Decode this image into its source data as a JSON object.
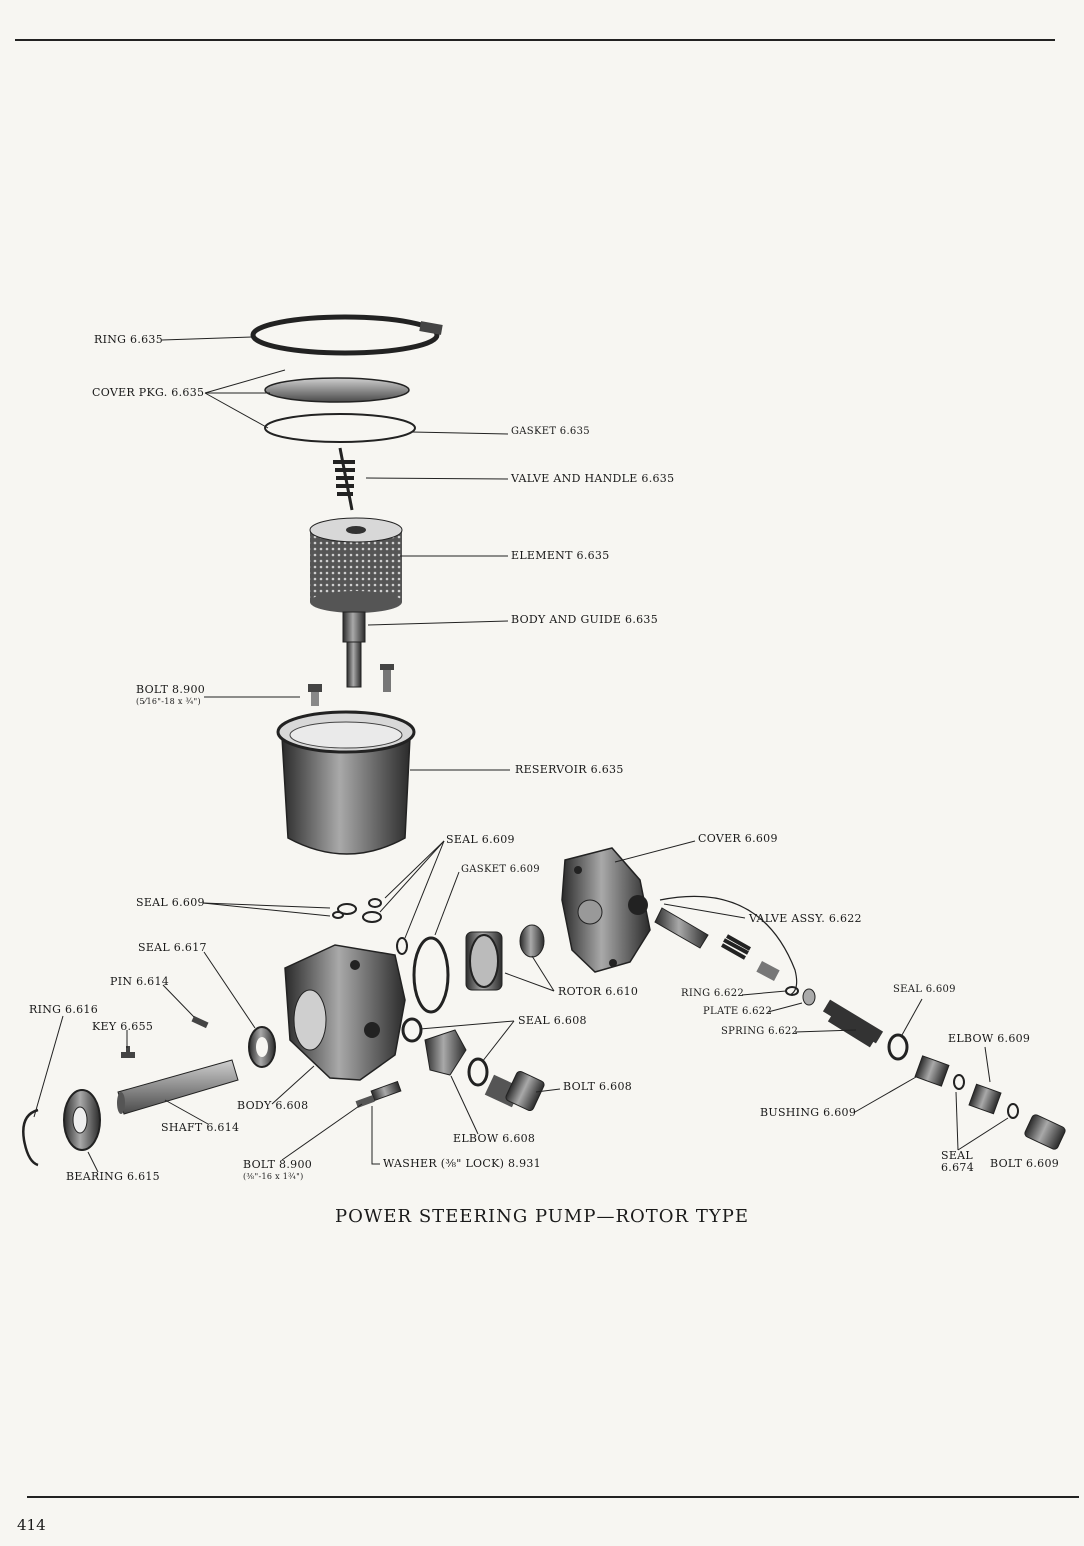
{
  "caption": "POWER STEERING PUMP—ROTOR TYPE",
  "page_number": "414",
  "labels": {
    "ring_6635": "RING 6.635",
    "cover_pkg": "COVER PKG. 6.635",
    "gasket_6635": "GASKET 6.635",
    "valve_handle": "VALVE AND HANDLE 6.635",
    "element": "ELEMENT 6.635",
    "body_guide": "BODY AND GUIDE 6.635",
    "bolt_8900_a": "BOLT 8.900",
    "bolt_8900_a_size": "(5⁄16\"-18 x ¾\")",
    "reservoir": "RESERVOIR 6.635",
    "seal_6609_top": "SEAL 6.609",
    "gasket_6609": "GASKET 6.609",
    "cover_6609": "COVER 6.609",
    "seal_6609_left": "SEAL 6.609",
    "valve_assy": "VALVE ASSY. 6.622",
    "seal_6617": "SEAL 6.617",
    "pin_6614": "PIN 6.614",
    "ring_6616": "RING 6.616",
    "key_6655": "KEY 6.655",
    "rotor_6610": "ROTOR 6.610",
    "ring_6622": "RING 6.622",
    "plate_6622": "PLATE 6.622",
    "spring_6622": "SPRING 6.622",
    "seal_6609_right": "SEAL 6.609",
    "seal_6608": "SEAL 6.608",
    "elbow_6609": "ELBOW 6.609",
    "bolt_6608": "BOLT 6.608",
    "body_6608": "BODY 6.608",
    "shaft_6614": "SHAFT 6.614",
    "bushing_6609": "BUSHING 6.609",
    "elbow_6608": "ELBOW 6.608",
    "bolt_8900_b": "BOLT 8.900",
    "bolt_8900_b_size": "(⅜\"-16 x 1¾\")",
    "washer": "WASHER (⅜\" LOCK) 8.931",
    "seal_6674": "SEAL",
    "seal_6674_num": "6.674",
    "bolt_6609": "BOLT 6.609",
    "bearing_6615": "BEARING 6.615"
  },
  "colors": {
    "ink": "#1a1a1a",
    "paper": "#f7f6f2",
    "metal_dark": "#3a3a3a",
    "metal_light": "#b9b9b9"
  }
}
